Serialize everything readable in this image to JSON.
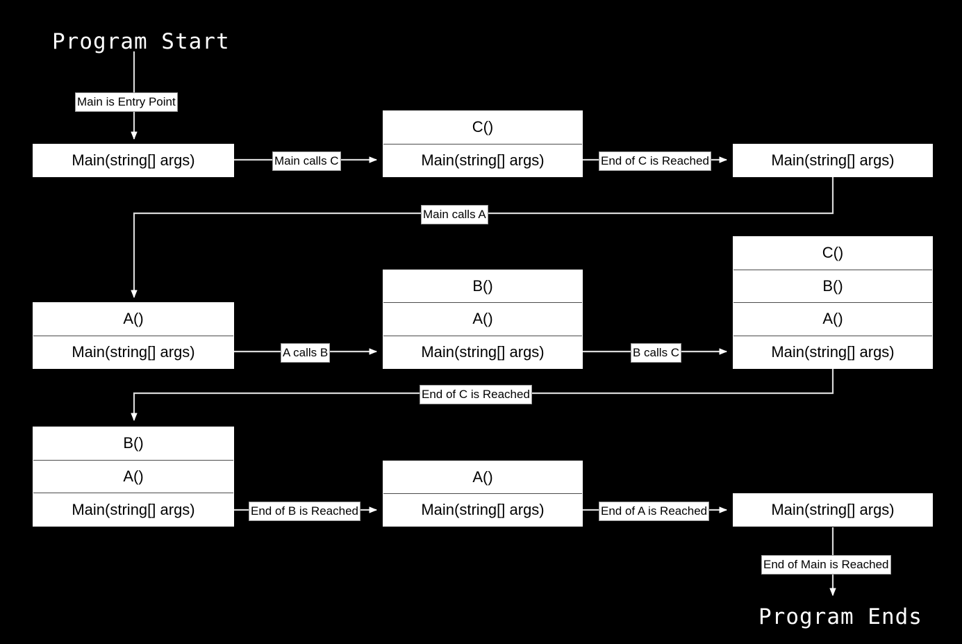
{
  "diagram": {
    "title_start": "Program Start",
    "title_end": "Program Ends",
    "colors": {
      "background": "#000000",
      "box_fill": "#ffffff",
      "box_text": "#000000",
      "wire": "#d9d9d9",
      "terminal_text": "#ffffff",
      "divider": "#4a4a4a"
    },
    "frame_labels": {
      "main": "Main(string[] args)",
      "a": "A()",
      "b": "B()",
      "c": "C()"
    },
    "stacks": [
      {
        "id": "stack-1",
        "frames": [
          "Main(string[] args)"
        ]
      },
      {
        "id": "stack-2",
        "frames": [
          "C()",
          "Main(string[] args)"
        ]
      },
      {
        "id": "stack-3",
        "frames": [
          "Main(string[] args)"
        ]
      },
      {
        "id": "stack-4",
        "frames": [
          "A()",
          "Main(string[] args)"
        ]
      },
      {
        "id": "stack-5",
        "frames": [
          "B()",
          "A()",
          "Main(string[] args)"
        ]
      },
      {
        "id": "stack-6",
        "frames": [
          "C()",
          "B()",
          "A()",
          "Main(string[] args)"
        ]
      },
      {
        "id": "stack-7",
        "frames": [
          "B()",
          "A()",
          "Main(string[] args)"
        ]
      },
      {
        "id": "stack-8",
        "frames": [
          "A()",
          "Main(string[] args)"
        ]
      },
      {
        "id": "stack-9",
        "frames": [
          "Main(string[] args)"
        ]
      }
    ],
    "edges": [
      {
        "id": "edge-entry",
        "label": "Main is Entry Point"
      },
      {
        "id": "edge-main-calls-c",
        "label": "Main calls C"
      },
      {
        "id": "edge-end-of-c-1",
        "label": "End of C is Reached"
      },
      {
        "id": "edge-main-calls-a",
        "label": "Main calls A"
      },
      {
        "id": "edge-a-calls-b",
        "label": "A calls B"
      },
      {
        "id": "edge-b-calls-c",
        "label": "B calls C"
      },
      {
        "id": "edge-end-of-c-2",
        "label": "End of C is Reached"
      },
      {
        "id": "edge-end-of-b",
        "label": "End of B is Reached"
      },
      {
        "id": "edge-end-of-a",
        "label": "End of A is Reached"
      },
      {
        "id": "edge-end-of-main",
        "label": "End of Main is Reached"
      }
    ]
  }
}
